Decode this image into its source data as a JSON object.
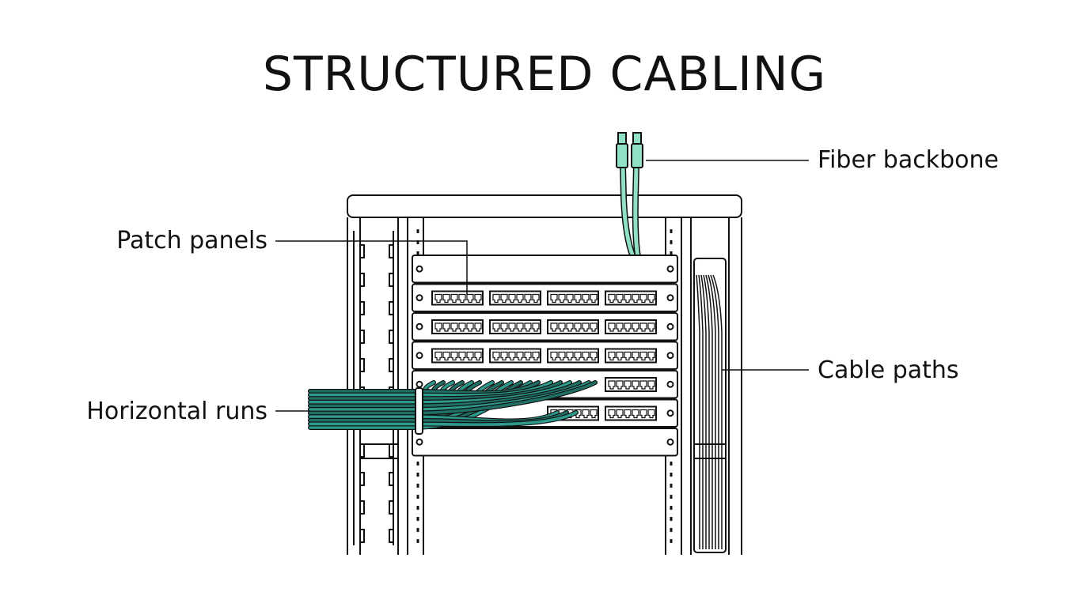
{
  "title": "STRUCTURED CABLING",
  "labels": {
    "fiber_backbone": "Fiber backbone",
    "patch_panels": "Patch panels",
    "cable_paths": "Cable paths",
    "horizontal_runs": "Horizontal runs"
  },
  "colors": {
    "line": "#111111",
    "cable_teal": "#2e9a8c",
    "cable_teal_dark": "#1f6f65",
    "fiber_mint": "#8fe0c4",
    "background": "#ffffff"
  }
}
